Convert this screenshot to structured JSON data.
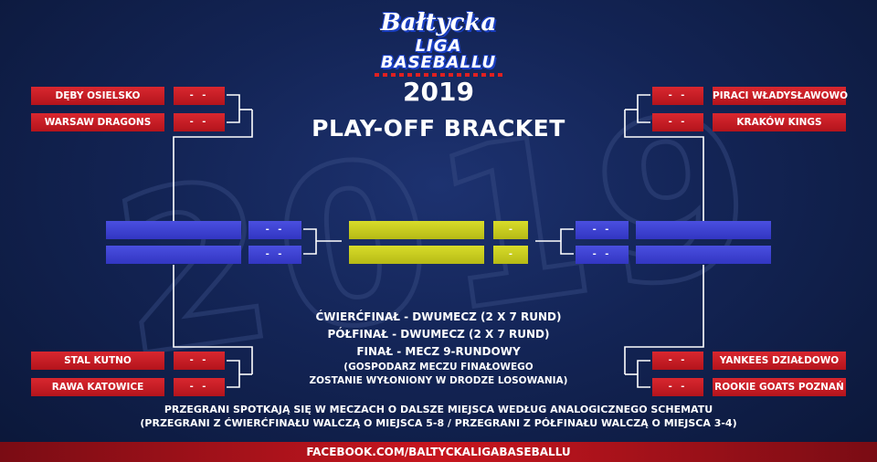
{
  "logo": {
    "line1": "Bałtycka",
    "line2": "LIGA",
    "line3": "BASEBALLU",
    "year": "2019"
  },
  "title": "PLAY-OFF BRACKET",
  "watermark_year": "2019",
  "quarterfinals": {
    "left": [
      {
        "team": "DĘBY OSIELSKO",
        "score": "- -"
      },
      {
        "team": "WARSAW DRAGONS",
        "score": "- -"
      },
      {
        "team": "STAL KUTNO",
        "score": "- -"
      },
      {
        "team": "RAWA KATOWICE",
        "score": "- -"
      }
    ],
    "right": [
      {
        "team": "PIRACI WŁADYSŁAWOWO",
        "score": "- -"
      },
      {
        "team": "KRAKÓW KINGS",
        "score": "- -"
      },
      {
        "team": "YANKEES DZIAŁDOWO",
        "score": "- -"
      },
      {
        "team": "ROOKIE GOATS POZNAŃ",
        "score": "- -"
      }
    ]
  },
  "semifinals": {
    "left": [
      {
        "score": "- -"
      },
      {
        "score": "- -"
      }
    ],
    "right": [
      {
        "score": "- -"
      },
      {
        "score": "- -"
      }
    ]
  },
  "final": [
    {
      "score": "-"
    },
    {
      "score": "-"
    }
  ],
  "rules": {
    "line1": "ĆWIERĆFINAŁ - DWUMECZ (2 X 7 RUND)",
    "line2": "PÓŁFINAŁ - DWUMECZ (2 X 7 RUND)",
    "line3": "FINAŁ - MECZ 9-RUNDOWY",
    "line4": "(GOSPODARZ MECZU FINAŁOWEGO",
    "line5": "ZOSTANIE WYŁONIONY W DRODZE LOSOWANIA)"
  },
  "footnote": {
    "line1": "PRZEGRANI SPOTKAJĄ SIĘ W MECZACH O DALSZE MIEJSCA WEDŁUG ANALOGICZNEGO SCHEMATU",
    "line2": "(PRZEGRANI Z ĆWIERĆFINAŁU WALCZĄ O MIEJSCA 5-8 / PRZEGRANI Z PÓŁFINAŁU WALCZĄ O MIEJSCA 3-4)"
  },
  "footer": {
    "text": "FACEBOOK.COM/BALTYCKALIGABASEBALLU"
  },
  "colors": {
    "background": "#132455",
    "quarterfinal_red": "#c81f27",
    "semifinal_blue": "#3f43d4",
    "final_yellow": "#c8cc20",
    "footer_red": "#c8161f"
  }
}
